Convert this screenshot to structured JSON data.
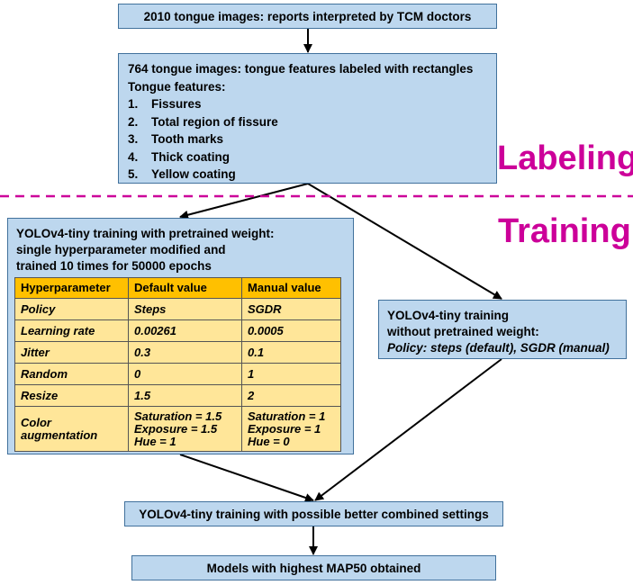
{
  "boxes": {
    "top": "2010 tongue images: reports interpreted by TCM doctors",
    "labeling": {
      "title": "764 tongue images: tongue features labeled with rectangles",
      "subtitle": "Tongue features:",
      "items": [
        {
          "num": "1.",
          "text": "Fissures"
        },
        {
          "num": "2.",
          "text": "Total region of fissure"
        },
        {
          "num": "3.",
          "text": "Tooth marks"
        },
        {
          "num": "4.",
          "text": "Thick coating"
        },
        {
          "num": "5.",
          "text": "Yellow coating"
        }
      ]
    },
    "training_pretrained": {
      "lines": [
        "YOLOv4-tiny training with pretrained weight:",
        "single hyperparameter modified and",
        "trained 10 times for 50000 epochs"
      ],
      "table": {
        "headers": [
          "Hyperparameter",
          "Default value",
          "Manual value"
        ],
        "rows": [
          [
            "Policy",
            "Steps",
            "SGDR"
          ],
          [
            "Learning rate",
            "0.00261",
            "0.0005"
          ],
          [
            "Jitter",
            "0.3",
            "0.1"
          ],
          [
            "Random",
            "0",
            "1"
          ],
          [
            "Resize",
            "1.5",
            "2"
          ]
        ],
        "color_row": {
          "name": [
            "Color",
            "augmentation"
          ],
          "default": [
            "Saturation = 1.5",
            "Exposure = 1.5",
            "Hue = 1"
          ],
          "manual": [
            "Saturation = 1",
            "Exposure = 1",
            "Hue = 0"
          ]
        }
      }
    },
    "training_no_pretrained": {
      "lines": [
        "YOLOv4-tiny training",
        "without pretrained weight:"
      ],
      "policy_line": "Policy: steps (default), SGDR (manual)"
    },
    "combined": "YOLOv4-tiny training with possible better combined settings",
    "final": "Models with highest MAP50 obtained"
  },
  "section_labels": {
    "labeling": "Labeling",
    "training": "Training"
  },
  "colors": {
    "box_fill": "#bdd7ee",
    "box_border": "#41719c",
    "table_header": "#ffc000",
    "table_cell": "#ffe699",
    "section_label": "#cc0099",
    "divider": "#cc0099"
  }
}
